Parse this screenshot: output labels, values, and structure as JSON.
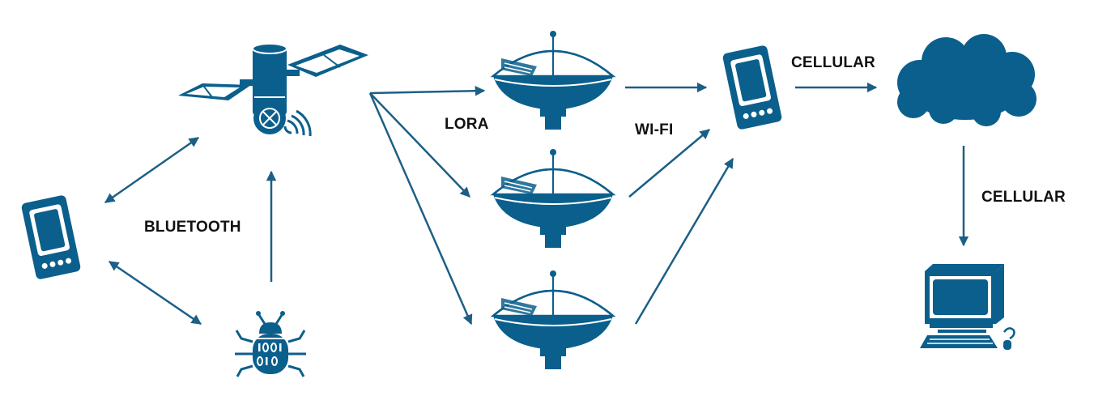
{
  "colors": {
    "primary": "#0b5f8c",
    "line": "#1c5f86",
    "background": "#ffffff",
    "label": "#111111"
  },
  "labels": {
    "bluetooth": "BLUETOOTH",
    "lora": "LORA",
    "wifi": "WI-FI",
    "cellular_top": "CELLULAR",
    "cellular_right": "CELLULAR"
  },
  "icons": [
    "handheld-device-icon",
    "satellite-sensor-icon",
    "bug-chip-icon",
    "satellite-dish-icon",
    "satellite-dish-icon",
    "satellite-dish-icon",
    "gateway-device-icon",
    "cloud-icon",
    "computer-terminal-icon"
  ]
}
